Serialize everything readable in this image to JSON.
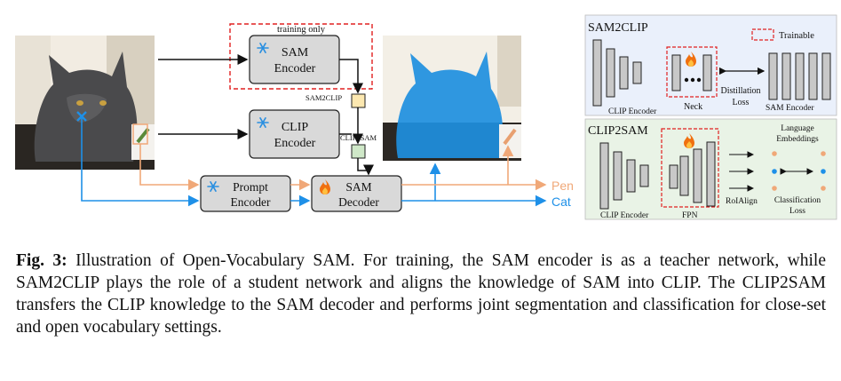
{
  "figure": {
    "training_only": "training only",
    "sam_encoder": [
      "SAM",
      "Encoder"
    ],
    "clip_encoder": [
      "CLIP",
      "Encoder"
    ],
    "prompt_encoder": [
      "Prompt",
      "Encoder"
    ],
    "sam_decoder": [
      "SAM",
      "Decoder"
    ],
    "sam2clip_tag": "SAM2CLIP",
    "clip2sam_tag": "CLIP2SAM",
    "out_pen": "Pen",
    "out_cat": "Cat",
    "colors": {
      "blue": "#1e90e8",
      "orange": "#f0a878",
      "trainable_red": "#e02020",
      "panel_top": "#eaf0fb",
      "panel_bottom": "#e9f3e6",
      "mask": "#1e8fe0"
    }
  },
  "panel_top": {
    "title": "SAM2CLIP",
    "legend": "Trainable",
    "clip_encoder": "CLIP Encoder",
    "neck": "Neck",
    "loss": [
      "Distillation",
      "Loss"
    ],
    "sam_encoder": "SAM Encoder"
  },
  "panel_bottom": {
    "title": "CLIP2SAM",
    "clip_encoder": "CLIP Encoder",
    "fpn": "FPN",
    "roialign": "RoIAlign",
    "lang": [
      "Language",
      "Embeddings"
    ],
    "cls": [
      "Classification",
      "Loss"
    ]
  },
  "caption": {
    "label": "Fig. 3:",
    "text": "Illustration of Open-Vocabulary SAM. For training, the SAM encoder is as a teacher network, while SAM2CLIP plays the role of a student network and aligns the knowledge of SAM into CLIP. The CLIP2SAM transfers the CLIP knowledge to the SAM decoder and performs joint segmentation and classification for close-set and open vocabulary settings."
  }
}
